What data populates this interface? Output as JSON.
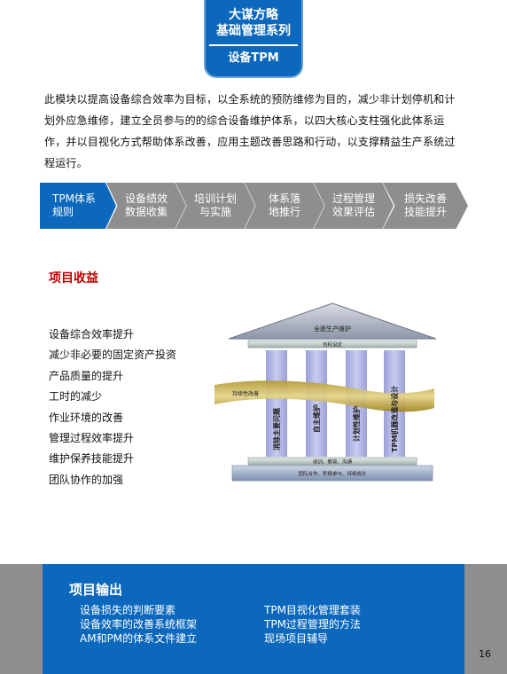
{
  "header": {
    "line1": "大谋方略",
    "line2": "基础管理系列",
    "line3": "设备TPM"
  },
  "intro": "此模块以提高设备综合效率为目标，以全系统的预防维修为目的，减少非计划停机和计划外应急维修，建立全员参与的的综合设备维护体系，以四大核心支柱强化此体系运作，并以目视化方式帮助体系改善，应用主题改善思路和行动，以支撑精益生产系统过程运行。",
  "process": [
    {
      "line1": "TPM体系",
      "line2": "规则"
    },
    {
      "line1": "设备绩效",
      "line2": "数据收集"
    },
    {
      "line1": "培训计划",
      "line2": "与实施"
    },
    {
      "line1": "体系落",
      "line2": "地推行"
    },
    {
      "line1": "过程管理",
      "line2": "效果评估"
    },
    {
      "line1": "损失改善",
      "line2": "技能提升"
    }
  ],
  "benefits": {
    "title": "项目收益",
    "items": [
      "设备综合效率提升",
      "减少非必要的固定资产投资",
      "产品质量的提升",
      "工时的减少",
      "作业环境的改善",
      "管理过程效率提升",
      "维护保养技能提升",
      "团队协作的加强"
    ]
  },
  "temple": {
    "roof": "全面生产维护",
    "beam": "目标设定",
    "banner": "持续性改善",
    "pillars": [
      "消除主要问题",
      "自主维护",
      "计划性维护",
      "TPM机器改造与设计"
    ],
    "base1": "培训、教育、沟通",
    "base2": "团队合作、积极参与、持续成长"
  },
  "outputs": {
    "title": "项目输出",
    "col1": [
      "设备损失的判断要素",
      "设备效率的改善系统框架",
      "AM和PM的体系文件建立"
    ],
    "col2": [
      "TPM目视化管理套装",
      "TPM过程管理的方法",
      "现场项目辅导"
    ]
  },
  "page_number": "16",
  "colors": {
    "brand_blue": "#0c68bd",
    "gray": "#8e8e8e",
    "accent_red": "#c00000",
    "pillar": "#b4b8e0"
  }
}
